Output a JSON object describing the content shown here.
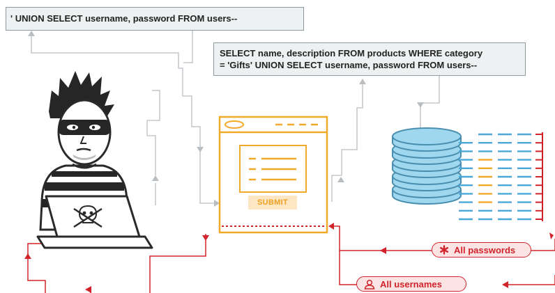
{
  "code_top": "' UNION SELECT username, password FROM users--",
  "code_query": {
    "line1": "SELECT name, description FROM products WHERE category",
    "line2": "= 'Gifts' UNION SELECT username, password FROM users--"
  },
  "form": {
    "submit_label": "SUBMIT"
  },
  "results": {
    "passwords_label": "All passwords",
    "usernames_label": "All usernames"
  },
  "icons": [
    "hacker-figure",
    "laptop-icon",
    "skull-crossbones-icon",
    "browser-form-icon",
    "database-icon",
    "asterisk-icon",
    "user-icon"
  ],
  "colors": {
    "accent_red": "#d2232a",
    "form_orange": "#f2a929",
    "db_blue": "#8fd0e8",
    "code_bg": "#eef1f2"
  }
}
